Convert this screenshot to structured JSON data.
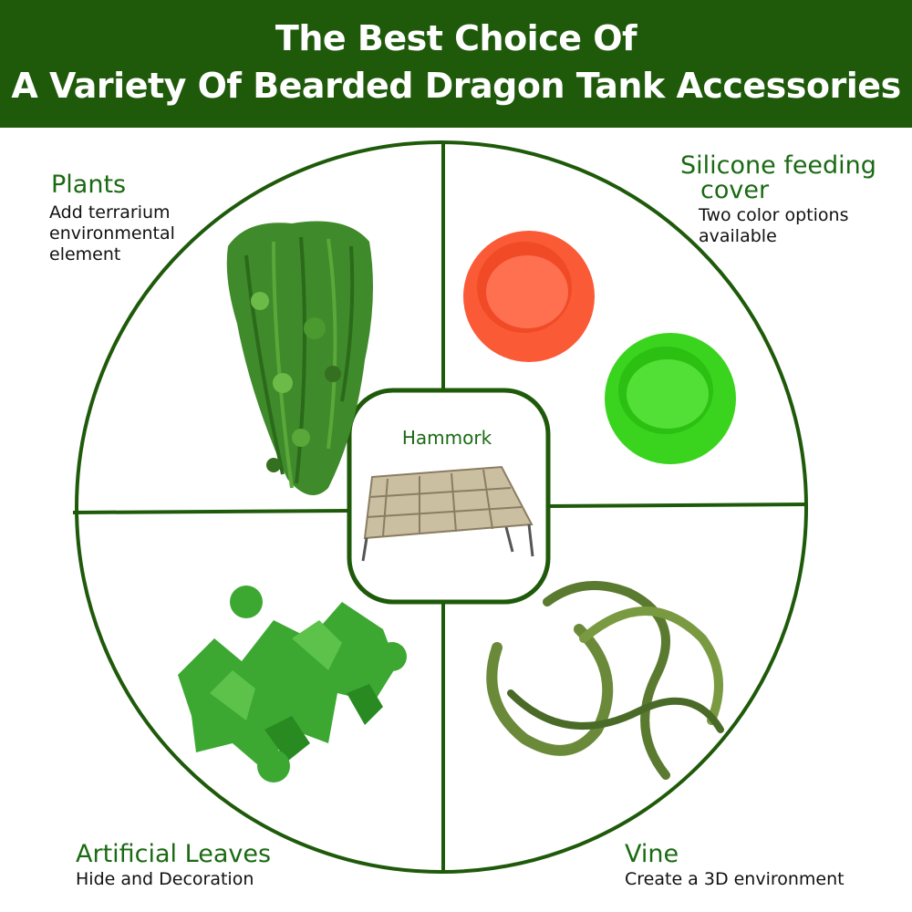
{
  "banner": {
    "title_line1": "The Best Choice Of",
    "title_line2": "A Variety Of Bearded Dragon Tank Accessories",
    "bg_color": "#1e5a0a"
  },
  "colors": {
    "accent_green": "#1a6a12",
    "divider_green": "#1e5a0a",
    "orange_bowl": "#fa5a36",
    "green_bowl": "#3ad41e"
  },
  "sections": {
    "plants": {
      "title": "Plants",
      "desc_line1": "Add terrarium",
      "desc_line2": "environmental",
      "desc_line3": "element",
      "image": "hanging-plant"
    },
    "feeding": {
      "title_line1": "Silicone feeding",
      "title_line2": "cover",
      "desc_line1": "Two color options",
      "desc_line2": "available",
      "image": "silicone-bowls"
    },
    "center": {
      "title": "Hammork",
      "image": "woven-hammock"
    },
    "leaves": {
      "title": "Artificial Leaves",
      "desc": "Hide and Decoration",
      "image": "ivy-leaves"
    },
    "vine": {
      "title": "Vine",
      "desc": "Create a 3D environment",
      "image": "moss-vine"
    }
  }
}
